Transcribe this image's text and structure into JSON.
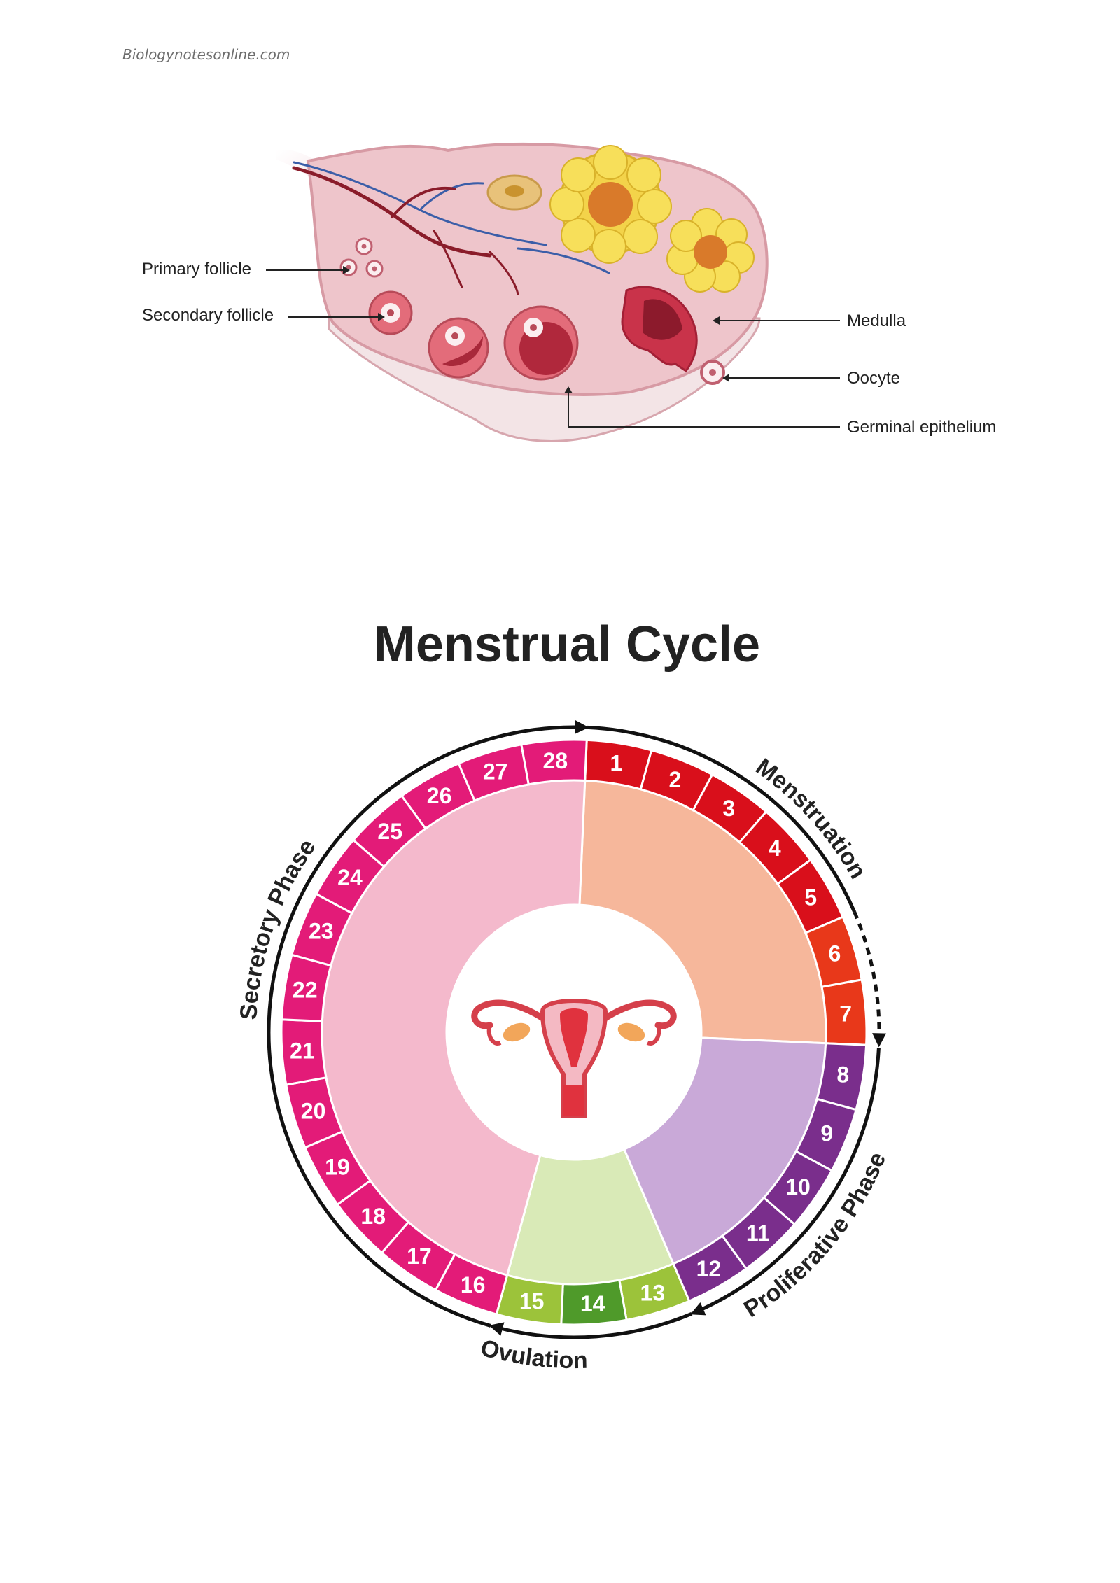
{
  "header": {
    "site": "Biologynotesonline.com"
  },
  "ovary_diagram": {
    "labels": {
      "primary_follicle": "Primary follicle",
      "secondary_follicle": "Secondary follicle",
      "medulla": "Medulla",
      "oocyte": "Oocyte",
      "germinal_epithelium": "Germinal epithelium"
    }
  },
  "cycle_diagram": {
    "title": "Menstrual Cycle",
    "days": [
      "1",
      "2",
      "3",
      "4",
      "5",
      "6",
      "7",
      "8",
      "9",
      "10",
      "11",
      "12",
      "13",
      "14",
      "15",
      "16",
      "17",
      "18",
      "19",
      "20",
      "21",
      "22",
      "23",
      "24",
      "25",
      "26",
      "27",
      "28"
    ],
    "phases": {
      "menstruation": "Menstruation",
      "proliferative": "Proliferative Phase",
      "ovulation": "Ovulation",
      "secretory": "Secretory Phase"
    },
    "colors": {
      "menstruation": "#d90f1b",
      "menstruation_late": "#e8381a",
      "proliferative": "#7a2e8c",
      "ovulation_light": "#9cc33a",
      "ovulation_dark": "#4f9a2a",
      "secretory": "#e31b78",
      "menstruation_inner": "#f6b79b",
      "proliferative_inner": "#c9a9d8",
      "ovulation_inner": "#d9eab7",
      "secretory_inner": "#f4b9cc"
    }
  }
}
